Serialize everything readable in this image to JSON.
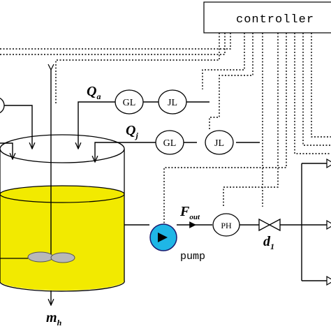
{
  "controller": {
    "label": "controller"
  },
  "blocks": {
    "gl_top": "GL",
    "jl_top": "JL",
    "gl_mid": "GL",
    "jl_mid": "JL",
    "ph": "PH"
  },
  "labels": {
    "qa_main": "Q",
    "qa_sub": "a",
    "qj_main": "Q",
    "qj_sub": "j",
    "fout_main": "F",
    "fout_sub": "out",
    "mh_main": "m",
    "mh_sub": "h",
    "d1_main": "d",
    "d1_sub": "1",
    "pump": "pump"
  },
  "colors": {
    "liquid": "#f2ea00",
    "pump": "#1fb6e6",
    "line": "#000000"
  }
}
